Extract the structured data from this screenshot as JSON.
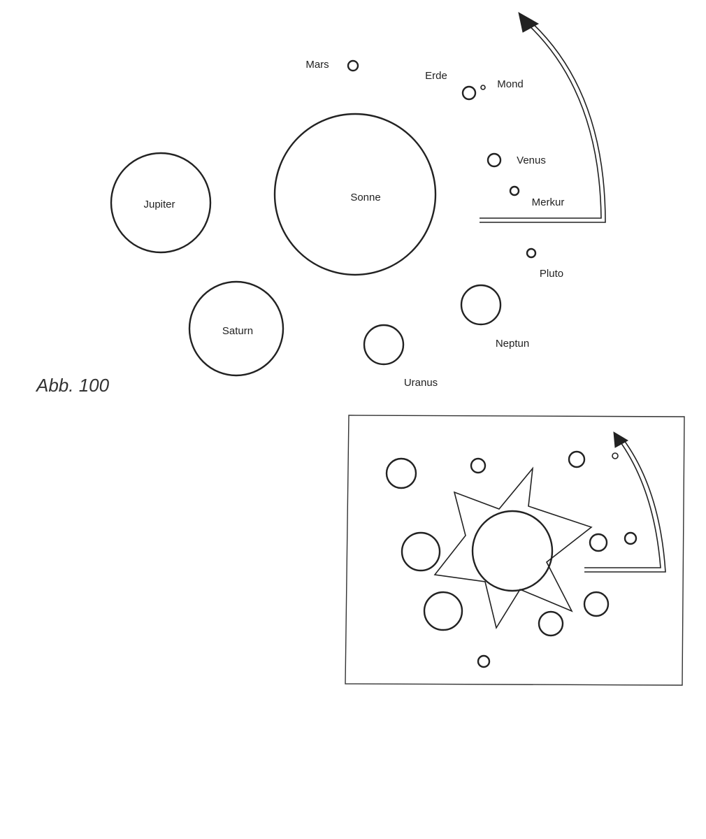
{
  "figure": {
    "caption": "Abb. 100"
  },
  "planets": [
    {
      "id": "sonne",
      "label": "Sonne"
    },
    {
      "id": "jupiter",
      "label": "Jupiter"
    },
    {
      "id": "saturn",
      "label": "Saturn"
    },
    {
      "id": "uranus",
      "label": "Uranus"
    },
    {
      "id": "neptun",
      "label": "Neptun"
    },
    {
      "id": "pluto",
      "label": "Pluto"
    },
    {
      "id": "merkur",
      "label": "Merkur"
    },
    {
      "id": "venus",
      "label": "Venus"
    },
    {
      "id": "erde",
      "label": "Erde"
    },
    {
      "id": "mond",
      "label": "Mond"
    },
    {
      "id": "mars",
      "label": "Mars"
    }
  ],
  "colors": {
    "ink": "#222222",
    "paper": "#ffffff",
    "frame": "#333333"
  },
  "icons": {
    "direction_arrow": "curved-arrow-icon",
    "sun_star": "star-icon"
  }
}
